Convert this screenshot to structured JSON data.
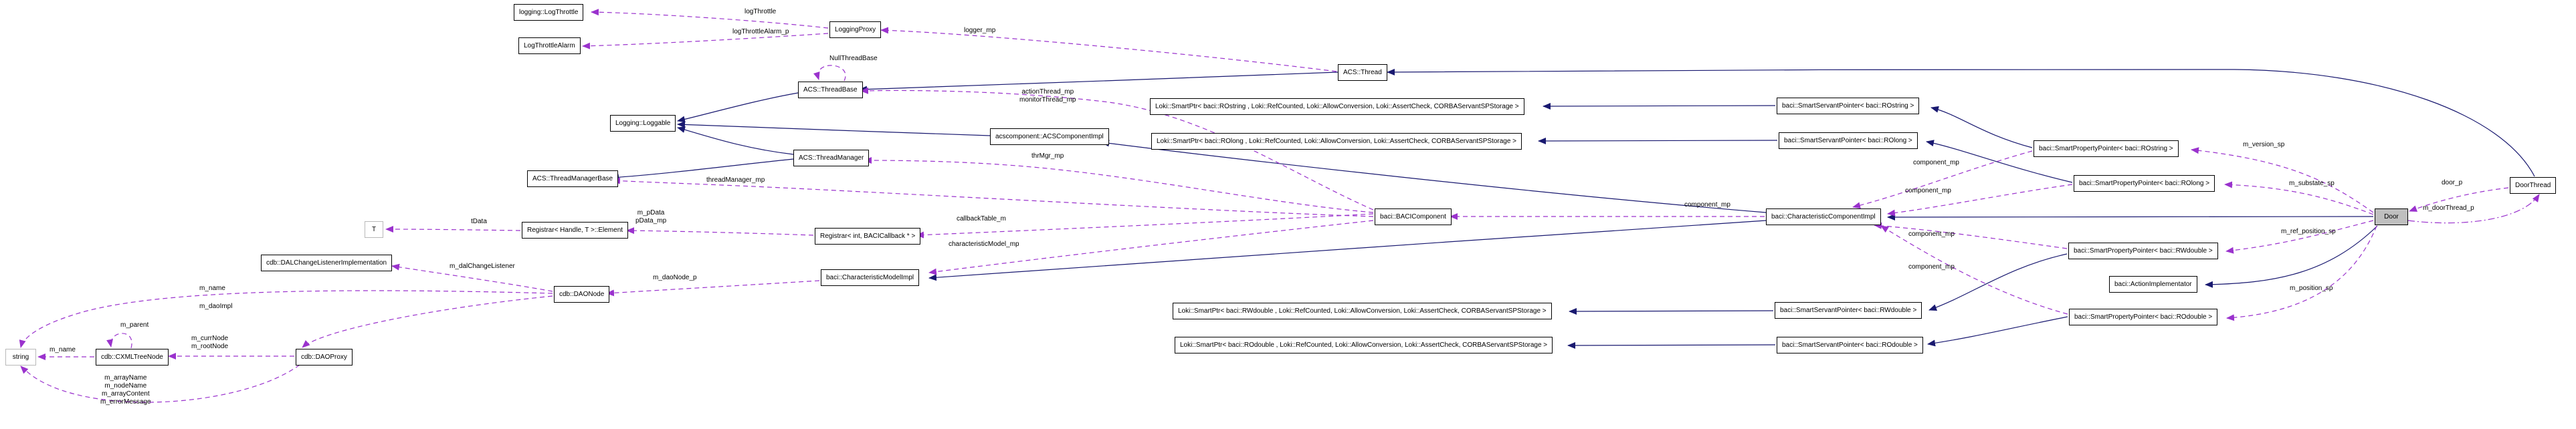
{
  "diagram": {
    "type": "doxygen-collaboration-graph",
    "focus_class": "Door",
    "colors": {
      "inheritance_edge": "#191970",
      "usage_edge": "#9a32cd",
      "node_bg": "#ffffff",
      "node_border": "#000000",
      "focus_node_bg": "#bfbfbf",
      "template_node_border": "#b9b9b9",
      "canvas_bg": "#ffffff"
    },
    "nodes": {
      "log_throttle": {
        "label": "logging::LogThrottle"
      },
      "log_throttle_alarm": {
        "label": "LogThrottleAlarm"
      },
      "logging_proxy": {
        "label": "LoggingProxy"
      },
      "acs_thread": {
        "label": "ACS::Thread"
      },
      "acs_thread_base": {
        "label": "ACS::ThreadBase"
      },
      "logging_loggable": {
        "label": "Logging::Loggable"
      },
      "acs_component_impl": {
        "label": "acscomponent::ACSComponentImpl"
      },
      "acs_thread_manager": {
        "label": "ACS::ThreadManager"
      },
      "acs_thread_manager_base": {
        "label": "ACS::ThreadManagerBase"
      },
      "loki_rostring": {
        "label": "Loki::SmartPtr< baci::ROstring , Loki::RefCounted, Loki::AllowConversion, Loki::AssertCheck, CORBAServantSPStorage >"
      },
      "loki_rolong": {
        "label": "Loki::SmartPtr< baci::ROlong , Loki::RefCounted, Loki::AllowConversion, Loki::AssertCheck, CORBAServantSPStorage >"
      },
      "loki_rwdouble": {
        "label": "Loki::SmartPtr< baci::RWdouble , Loki::RefCounted, Loki::AllowConversion, Loki::AssertCheck, CORBAServantSPStorage >"
      },
      "loki_rodouble": {
        "label": "Loki::SmartPtr< baci::ROdouble , Loki::RefCounted, Loki::AllowConversion, Loki::AssertCheck, CORBAServantSPStorage >"
      },
      "ssp_rostring": {
        "label": "baci::SmartServantPointer< baci::ROstring >"
      },
      "ssp_rolong": {
        "label": "baci::SmartServantPointer< baci::ROlong >"
      },
      "ssp_rwdouble": {
        "label": "baci::SmartServantPointer< baci::RWdouble >"
      },
      "ssp_rodouble": {
        "label": "baci::SmartServantPointer< baci::ROdouble >"
      },
      "spp_rostring": {
        "label": "baci::SmartPropertyPointer< baci::ROstring >"
      },
      "spp_rolong": {
        "label": "baci::SmartPropertyPointer< baci::ROlong >"
      },
      "spp_rwdouble": {
        "label": "baci::SmartPropertyPointer< baci::RWdouble >"
      },
      "spp_rodouble": {
        "label": "baci::SmartPropertyPointer< baci::ROdouble >"
      },
      "baci_component": {
        "label": "baci::BACIComponent"
      },
      "characteristic_component_impl": {
        "label": "baci::CharacteristicComponentImpl"
      },
      "characteristic_model_impl": {
        "label": "baci::CharacteristicModelImpl"
      },
      "action_implementator": {
        "label": "baci::ActionImplementator"
      },
      "door": {
        "label": "Door"
      },
      "door_thread": {
        "label": "DoorThread"
      },
      "t": {
        "label": "T"
      },
      "registrar_element": {
        "label": "Registrar< Handle, T >::Element"
      },
      "registrar_bacicallback": {
        "label": "Registrar< int, BACICallback * >"
      },
      "dal_change_listener_impl": {
        "label": "cdb::DALChangeListenerImplementation"
      },
      "dao_node": {
        "label": "cdb::DAONode"
      },
      "dao_proxy": {
        "label": "cdb::DAOProxy"
      },
      "cxml_tree_node": {
        "label": "cdb::CXMLTreeNode"
      },
      "string": {
        "label": "string"
      }
    },
    "edge_labels": {
      "log_throttle": "logThrottle",
      "log_throttle_alarm_p": "logThrottleAlarm_p",
      "logger_mp": "logger_mp",
      "null_thread_base": "NullThreadBase",
      "action_monitor_thread_mp": "actionThread_mp\nmonitorThread_mp",
      "thr_mgr_mp": "thrMgr_mp",
      "thread_manager_mp": "threadManager_mp",
      "t_data": "tData",
      "m_pdata_pdata_mp": "m_pData\npData_mp",
      "callback_table_m": "callbackTable_m",
      "characteristic_model_mp": "characteristicModel_mp",
      "m_dao_node_p": "m_daoNode_p",
      "m_dal_change_listener": "m_dalChangeListener",
      "m_dao_impl": "m_daoImpl",
      "m_name_top": "m_name",
      "m_name_left": "m_name",
      "m_parent": "m_parent",
      "m_curr_root_node": "m_currNode\nm_rootNode",
      "m_array_block": "m_arrayName\nm_nodeName\nm_arrayContent\nm_errorMessage",
      "component_mp_1": "component_mp",
      "component_mp_2": "component_mp",
      "component_mp_3": "component_mp",
      "component_mp_4": "component_mp",
      "component_mp_5": "component_mp",
      "m_version_sp": "m_version_sp",
      "m_substate_sp": "m_substate_sp",
      "m_ref_position_sp": "m_ref_position_sp",
      "m_position_sp": "m_position_sp",
      "door_p": "door_p",
      "m_door_thread_p": "m_doorThread_p"
    },
    "edges": [
      {
        "from": "door_thread",
        "to": "acs_thread",
        "type": "inheritance"
      },
      {
        "from": "acs_thread",
        "to": "acs_thread_base",
        "type": "inheritance"
      },
      {
        "from": "acs_thread_base",
        "to": "logging_loggable",
        "type": "inheritance"
      },
      {
        "from": "acs_component_impl",
        "to": "logging_loggable",
        "type": "inheritance"
      },
      {
        "from": "acs_thread_manager",
        "to": "logging_loggable",
        "type": "inheritance"
      },
      {
        "from": "acs_thread_manager",
        "to": "acs_thread_manager_base",
        "type": "inheritance"
      },
      {
        "from": "door",
        "to": "characteristic_component_impl",
        "type": "inheritance"
      },
      {
        "from": "door",
        "to": "action_implementator",
        "type": "inheritance"
      },
      {
        "from": "characteristic_component_impl",
        "to": "acs_component_impl",
        "type": "inheritance"
      },
      {
        "from": "characteristic_component_impl",
        "to": "characteristic_model_impl",
        "type": "inheritance"
      },
      {
        "from": "ssp_rostring",
        "to": "loki_rostring",
        "type": "inheritance"
      },
      {
        "from": "ssp_rolong",
        "to": "loki_rolong",
        "type": "inheritance"
      },
      {
        "from": "ssp_rwdouble",
        "to": "loki_rwdouble",
        "type": "inheritance"
      },
      {
        "from": "ssp_rodouble",
        "to": "loki_rodouble",
        "type": "inheritance"
      },
      {
        "from": "spp_rostring",
        "to": "ssp_rostring",
        "type": "inheritance"
      },
      {
        "from": "spp_rolong",
        "to": "ssp_rolong",
        "type": "inheritance"
      },
      {
        "from": "spp_rwdouble",
        "to": "ssp_rwdouble",
        "type": "inheritance"
      },
      {
        "from": "spp_rodouble",
        "to": "ssp_rodouble",
        "type": "inheritance"
      },
      {
        "from": "logging_proxy",
        "to": "log_throttle",
        "type": "usage",
        "label": "logThrottle"
      },
      {
        "from": "logging_proxy",
        "to": "log_throttle_alarm",
        "type": "usage",
        "label": "logThrottleAlarm_p"
      },
      {
        "from": "acs_thread",
        "to": "logging_proxy",
        "type": "usage",
        "label": "logger_mp"
      },
      {
        "from": "acs_thread_base",
        "to": "acs_thread_base",
        "type": "usage",
        "label": "NullThreadBase"
      },
      {
        "from": "baci_component",
        "to": "acs_thread_base",
        "type": "usage",
        "label": "actionThread_mp, monitorThread_mp"
      },
      {
        "from": "baci_component",
        "to": "acs_thread_manager",
        "type": "usage",
        "label": "thrMgr_mp"
      },
      {
        "from": "baci_component",
        "to": "acs_thread_manager_base",
        "type": "usage",
        "label": "threadManager_mp"
      },
      {
        "from": "baci_component",
        "to": "registrar_bacicallback",
        "type": "usage",
        "label": "callbackTable_m"
      },
      {
        "from": "baci_component",
        "to": "characteristic_model_impl",
        "type": "usage",
        "label": "characteristicModel_mp"
      },
      {
        "from": "registrar_bacicallback",
        "to": "registrar_element",
        "type": "usage",
        "label": "m_pData, pData_mp"
      },
      {
        "from": "registrar_element",
        "to": "t",
        "type": "usage",
        "label": "tData"
      },
      {
        "from": "characteristic_model_impl",
        "to": "dao_node",
        "type": "usage",
        "label": "m_daoNode_p"
      },
      {
        "from": "dao_node",
        "to": "dal_change_listener_impl",
        "type": "usage",
        "label": "m_dalChangeListener"
      },
      {
        "from": "dao_node",
        "to": "dao_proxy",
        "type": "usage",
        "label": "m_daoImpl"
      },
      {
        "from": "dao_node",
        "to": "string",
        "type": "usage",
        "label": "m_name"
      },
      {
        "from": "cxml_tree_node",
        "to": "string",
        "type": "usage",
        "label": "m_name"
      },
      {
        "from": "cxml_tree_node",
        "to": "cxml_tree_node",
        "type": "usage",
        "label": "m_parent"
      },
      {
        "from": "dao_proxy",
        "to": "cxml_tree_node",
        "type": "usage",
        "label": "m_currNode, m_rootNode"
      },
      {
        "from": "dao_proxy",
        "to": "string",
        "type": "usage",
        "label": "m_arrayName, m_nodeName, m_arrayContent, m_errorMessage"
      },
      {
        "from": "characteristic_component_impl",
        "to": "baci_component",
        "type": "usage",
        "label": "component_mp"
      },
      {
        "from": "spp_rostring",
        "to": "characteristic_component_impl",
        "type": "usage",
        "label": "component_mp"
      },
      {
        "from": "spp_rolong",
        "to": "characteristic_component_impl",
        "type": "usage",
        "label": "component_mp"
      },
      {
        "from": "spp_rwdouble",
        "to": "characteristic_component_impl",
        "type": "usage",
        "label": "component_mp"
      },
      {
        "from": "spp_rodouble",
        "to": "characteristic_component_impl",
        "type": "usage",
        "label": "component_mp"
      },
      {
        "from": "door",
        "to": "spp_rostring",
        "type": "usage",
        "label": "m_version_sp"
      },
      {
        "from": "door",
        "to": "spp_rolong",
        "type": "usage",
        "label": "m_substate_sp"
      },
      {
        "from": "door",
        "to": "spp_rwdouble",
        "type": "usage",
        "label": "m_ref_position_sp"
      },
      {
        "from": "door",
        "to": "spp_rodouble",
        "type": "usage",
        "label": "m_position_sp"
      },
      {
        "from": "door_thread",
        "to": "door",
        "type": "usage",
        "label": "door_p"
      },
      {
        "from": "door",
        "to": "door_thread",
        "type": "usage",
        "label": "m_doorThread_p"
      }
    ]
  }
}
